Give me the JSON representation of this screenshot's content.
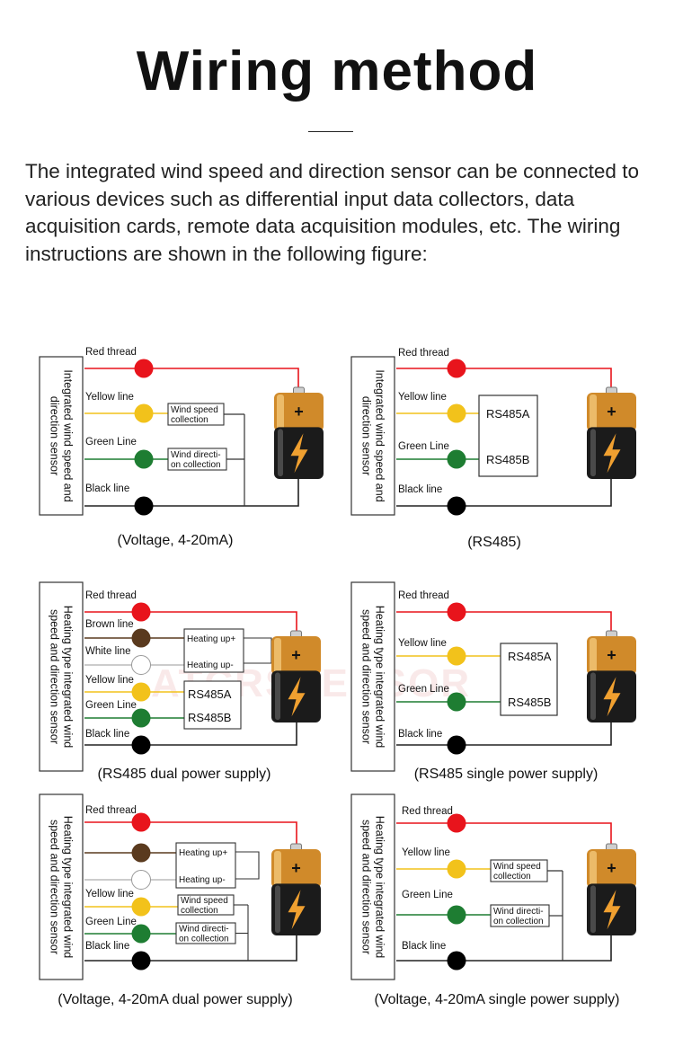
{
  "page": {
    "title": "Wiring method",
    "intro": "The integrated wind speed and direction sensor can be connected to various devices such as differential input data collectors, data acquisition cards, remote data acquisition modules, etc. The wiring instructions are shown in the following figure:",
    "watermark": "ATCRSSENSOR"
  },
  "colors": {
    "red": "#e8141c",
    "brown": "#5a3a1e",
    "white": "#ffffff",
    "yellow": "#f2c21b",
    "green": "#1e7d32",
    "black": "#000000",
    "battery_gold": "#d08a2a",
    "battery_body": "#1b1b1b",
    "bolt": "#f0a030"
  },
  "diagrams": [
    {
      "sensor_label": [
        "Integrated wind speed and",
        "direction sensor"
      ],
      "caption": "(Voltage, 4-20mA)",
      "wires": [
        {
          "label": "Red thread",
          "color": "red"
        },
        {
          "label": "Yellow line",
          "color": "yellow"
        },
        {
          "label": "Green Line",
          "color": "green"
        },
        {
          "label": "Black line",
          "color": "black"
        }
      ],
      "boxes": [
        {
          "text": [
            "Wind speed",
            "collection"
          ]
        },
        {
          "text": [
            "Wind directi-",
            "on collection"
          ]
        }
      ]
    },
    {
      "sensor_label": [
        "Integrated wind speed and",
        "direction sensor"
      ],
      "caption": "(RS485)",
      "wires": [
        {
          "label": "Red thread",
          "color": "red"
        },
        {
          "label": "Yellow line",
          "color": "yellow"
        },
        {
          "label": "Green Line",
          "color": "green"
        },
        {
          "label": "Black line",
          "color": "black"
        }
      ],
      "boxes": [
        {
          "text": [
            "RS485A"
          ]
        },
        {
          "text": [
            "RS485B"
          ]
        }
      ]
    },
    {
      "sensor_label": [
        "Heating type integrated wind",
        "speed and direction sensor"
      ],
      "caption": "(RS485 dual power supply)",
      "wires": [
        {
          "label": "Red thread",
          "color": "red"
        },
        {
          "label": "Brown line",
          "color": "brown"
        },
        {
          "label": "White line",
          "color": "white"
        },
        {
          "label": "Yellow line",
          "color": "yellow"
        },
        {
          "label": "Green Line",
          "color": "green"
        },
        {
          "label": "Black line",
          "color": "black"
        }
      ],
      "boxes": [
        {
          "text": [
            "Heating up+"
          ]
        },
        {
          "text": [
            "Heating up-"
          ]
        },
        {
          "text": [
            "RS485A"
          ]
        },
        {
          "text": [
            "RS485B"
          ]
        }
      ]
    },
    {
      "sensor_label": [
        "Heating type integrated wind",
        "speed and direction sensor"
      ],
      "caption": "(RS485 single power supply)",
      "wires": [
        {
          "label": "Red thread",
          "color": "red"
        },
        {
          "label": "Yellow line",
          "color": "yellow"
        },
        {
          "label": "Green Line",
          "color": "green"
        },
        {
          "label": "Black line",
          "color": "black"
        }
      ],
      "boxes": [
        {
          "text": [
            "RS485A"
          ]
        },
        {
          "text": [
            "RS485B"
          ]
        }
      ]
    },
    {
      "sensor_label": [
        "Heating type integrated wind",
        "speed and direction sensor"
      ],
      "caption": "(Voltage, 4-20mA dual power supply)",
      "wires": [
        {
          "label": "Red thread",
          "color": "red"
        },
        {
          "label": "",
          "color": "brown"
        },
        {
          "label": "",
          "color": "white"
        },
        {
          "label": "Yellow line",
          "color": "yellow"
        },
        {
          "label": "Green Line",
          "color": "green"
        },
        {
          "label": "Black line",
          "color": "black"
        }
      ],
      "boxes": [
        {
          "text": [
            "Heating up+"
          ]
        },
        {
          "text": [
            "Heating up-"
          ]
        },
        {
          "text": [
            "Wind speed",
            "collection"
          ]
        },
        {
          "text": [
            "Wind directi-",
            "on collection"
          ]
        }
      ]
    },
    {
      "sensor_label": [
        "Heating type integrated wind",
        "speed and direction sensor"
      ],
      "caption": "(Voltage, 4-20mA single power supply)",
      "wires": [
        {
          "label": "Red thread",
          "color": "red"
        },
        {
          "label": "Yellow line",
          "color": "yellow"
        },
        {
          "label": "Green Line",
          "color": "green"
        },
        {
          "label": "Black line",
          "color": "black"
        }
      ],
      "boxes": [
        {
          "text": [
            "Wind speed",
            "collection"
          ]
        },
        {
          "text": [
            "Wind directi-",
            "on collection"
          ]
        }
      ]
    }
  ]
}
